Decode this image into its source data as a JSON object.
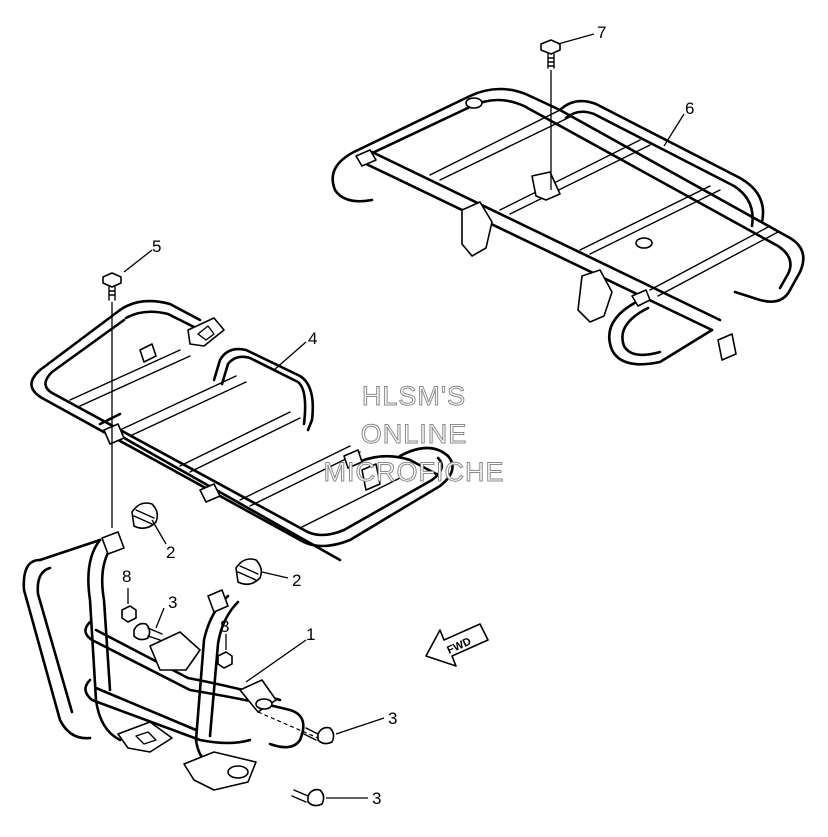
{
  "diagram": {
    "callouts": [
      {
        "id": "c7",
        "label": "7"
      },
      {
        "id": "c6",
        "label": "6"
      },
      {
        "id": "c5",
        "label": "5"
      },
      {
        "id": "c4",
        "label": "4"
      },
      {
        "id": "c2a",
        "label": "2"
      },
      {
        "id": "c2b",
        "label": "2"
      },
      {
        "id": "c8a",
        "label": "8"
      },
      {
        "id": "c3a",
        "label": "3"
      },
      {
        "id": "c8b",
        "label": "8"
      },
      {
        "id": "c1",
        "label": "1"
      },
      {
        "id": "c3b",
        "label": "3"
      },
      {
        "id": "c3c",
        "label": "3"
      }
    ],
    "watermark": {
      "line1": "HLSM'S",
      "line2": "ONLINE",
      "line3": "MICROFICHE"
    },
    "direction_arrow": {
      "label": "FWD"
    }
  }
}
